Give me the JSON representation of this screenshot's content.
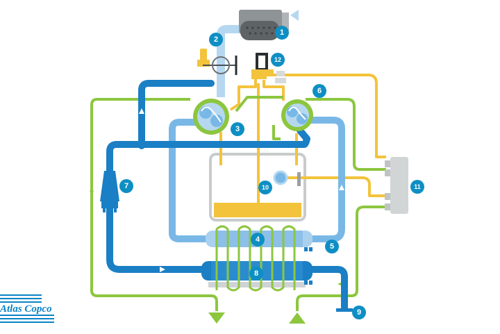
{
  "logo": {
    "text": "Atlas Copco"
  },
  "colors": {
    "dark_blue": "#1a7fc4",
    "light_blue": "#79b8e6",
    "pale_blue": "#b5d8f0",
    "green": "#8cc63f",
    "yellow": "#f3c33b",
    "badge": "#0e8fc4",
    "gray": "#c8cbcc"
  },
  "badges": [
    {
      "label": "1"
    },
    {
      "label": "2"
    },
    {
      "label": "3"
    },
    {
      "label": "4"
    },
    {
      "label": "5"
    },
    {
      "label": "6"
    },
    {
      "label": "7"
    },
    {
      "label": "8"
    },
    {
      "label": "9"
    },
    {
      "label": "10"
    },
    {
      "label": "11"
    },
    {
      "label": "12"
    }
  ]
}
